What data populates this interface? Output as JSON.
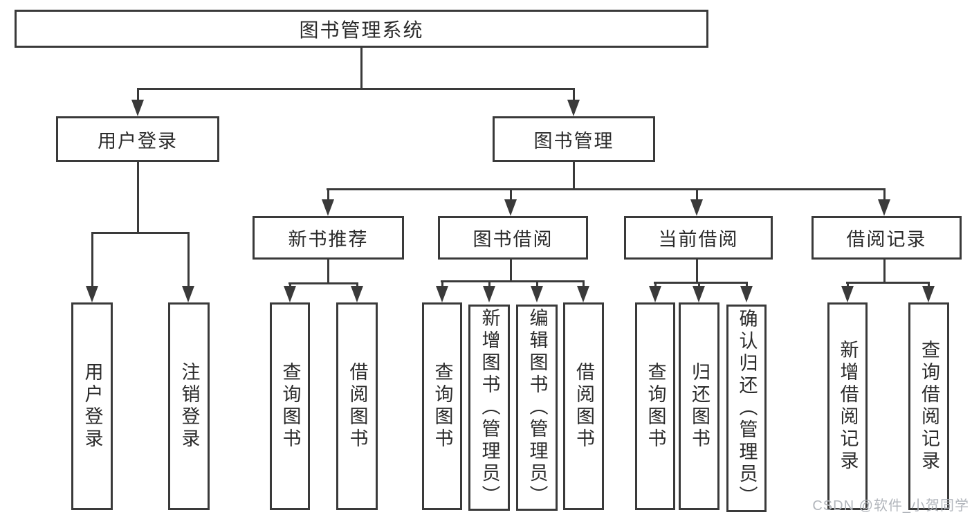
{
  "nodes": {
    "root": {
      "label": "图书管理系统"
    },
    "level2": [
      {
        "label": "用户登录"
      },
      {
        "label": "图书管理"
      }
    ],
    "level3": [
      {
        "label": "新书推荐"
      },
      {
        "label": "图书借阅"
      },
      {
        "label": "当前借阅"
      },
      {
        "label": "借阅记录"
      }
    ],
    "leaves": [
      {
        "label": "用户登录"
      },
      {
        "label": "注销登录"
      },
      {
        "label": "查询图书"
      },
      {
        "label": "借阅图书"
      },
      {
        "label": "查询图书"
      },
      {
        "label": "新增图书（管理员）"
      },
      {
        "label": "编辑图书（管理员）"
      },
      {
        "label": "借阅图书"
      },
      {
        "label": "查询图书"
      },
      {
        "label": "归还图书"
      },
      {
        "label": "确认归还（管理员）"
      },
      {
        "label": "新增借阅记录"
      },
      {
        "label": "查询借阅记录"
      }
    ]
  },
  "watermark": {
    "text": "CSDN @软件_小贺同学"
  },
  "colors": {
    "line": "#3a3a3a",
    "text": "#2b2b2b",
    "box_fill": "#ffffff",
    "background": "#ffffff",
    "watermark": "#b2b6bc"
  }
}
